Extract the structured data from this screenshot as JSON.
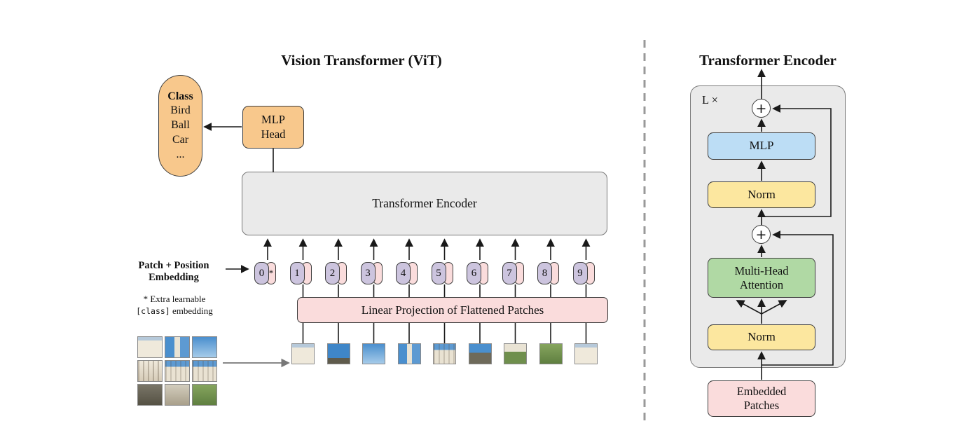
{
  "colors": {
    "orange": "#F8C88C",
    "gray_box": "#EAEAEA",
    "purple": "#CCC4DE",
    "pink": "#FADCDC",
    "blue": "#BCDDF5",
    "yellow": "#FCE79F",
    "green": "#B0D9A4",
    "border": "#3d3d3d",
    "arrow": "#1a1a1a",
    "muted_arrow": "#777777",
    "divider": "#999999"
  },
  "vit": {
    "title": "Vision Transformer (ViT)",
    "class_pill": {
      "title": "Class",
      "items": [
        "Bird",
        "Ball",
        "Car",
        "..."
      ]
    },
    "mlp_head": {
      "line1": "MLP",
      "line2": "Head"
    },
    "transformer_encoder_label": "Transformer Encoder",
    "patch_position_label": {
      "line1": "Patch + Position",
      "line2": "Embedding"
    },
    "extra_note": {
      "line1": "* Extra learnable",
      "code": "[class]",
      "line2_suffix": "embedding"
    },
    "linear_projection_label": "Linear Projection of Flattened Patches",
    "tokens": [
      "0",
      "1",
      "2",
      "3",
      "4",
      "5",
      "6",
      "7",
      "8",
      "9"
    ],
    "class_token_mark": "*"
  },
  "encoder": {
    "title": "Transformer Encoder",
    "repeat_label": "L ×",
    "plus": "+",
    "mlp": "MLP",
    "norm_top": "Norm",
    "mha": {
      "line1": "Multi-Head",
      "line2": "Attention"
    },
    "norm_bottom": "Norm",
    "embedded_patches": {
      "line1": "Embedded",
      "line2": "Patches"
    }
  }
}
